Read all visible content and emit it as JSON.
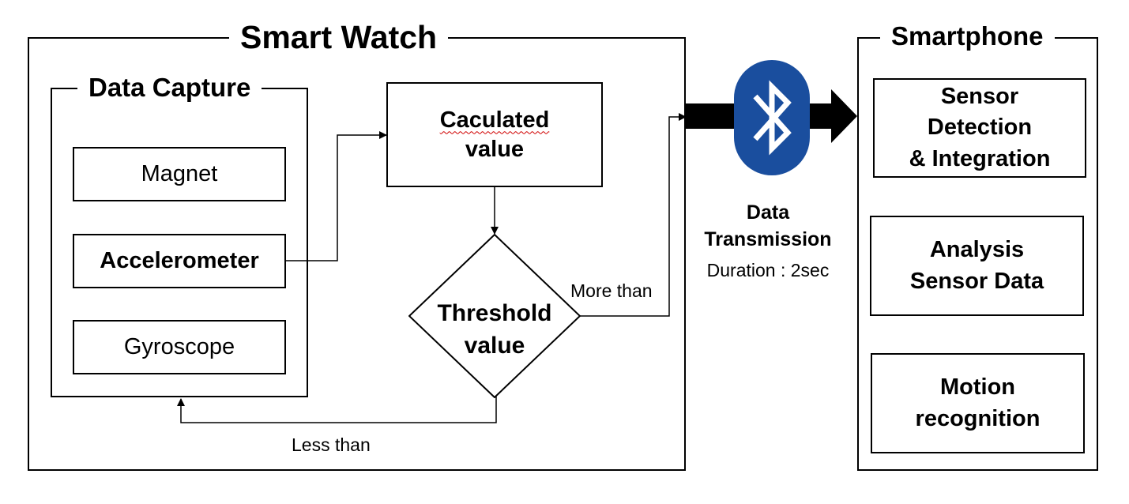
{
  "smart_watch": {
    "title": "Smart Watch",
    "data_capture": {
      "title": "Data Capture",
      "sensors": {
        "magnet": "Magnet",
        "accelerometer": "Accelerometer",
        "gyroscope": "Gyroscope"
      }
    },
    "calculated_value": {
      "line1": "Caculated",
      "line2": "value"
    },
    "threshold": {
      "line1": "Threshold",
      "line2": "value"
    },
    "more_than_label": "More than",
    "less_than_label": "Less than"
  },
  "transmission": {
    "icon": "bluetooth-icon",
    "title_line1": "Data",
    "title_line2": "Transmission",
    "duration": "Duration : 2sec",
    "bluetooth_color": "#1a4e9e"
  },
  "smartphone": {
    "title": "Smartphone",
    "boxes": [
      {
        "line1": "Sensor",
        "line2": "Detection",
        "line3": "& Integration"
      },
      {
        "line1": "Analysis",
        "line2": "Sensor Data"
      },
      {
        "line1": "Motion",
        "line2": "recognition"
      }
    ]
  }
}
